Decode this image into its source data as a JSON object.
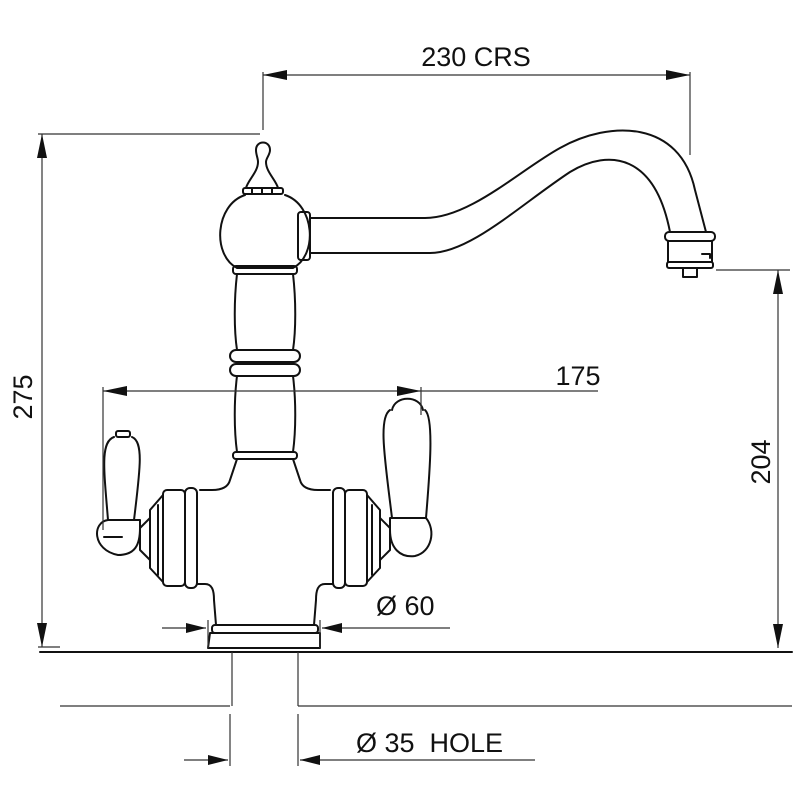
{
  "drawing": {
    "subject": "two-handle kitchen mixer tap, front elevation",
    "line_color": "#111111",
    "background": "#ffffff"
  },
  "dimensions": {
    "spout_reach": {
      "label": "230 CRS",
      "value_mm": 230
    },
    "overall_height": {
      "label": "275",
      "value_mm": 275
    },
    "spout_outlet_height": {
      "label": "204",
      "value_mm": 204
    },
    "handle_span": {
      "label": "175",
      "value_mm": 175
    },
    "base_diameter": {
      "label": "Ø 60",
      "value_mm": 60
    },
    "hole_diameter": {
      "label": "Ø 35  HOLE",
      "value_mm": 35
    }
  }
}
